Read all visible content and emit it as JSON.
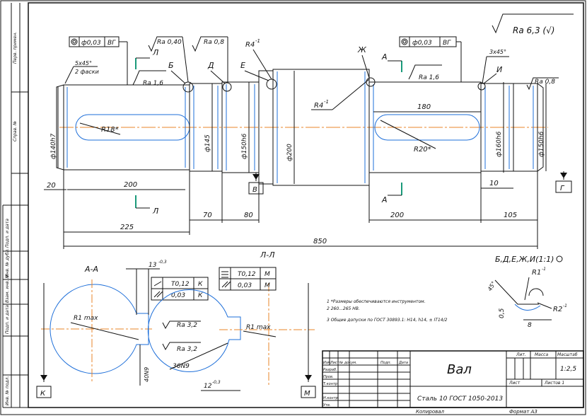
{
  "sidebar": {
    "labels": [
      "Перв. примен.",
      "Справ. №",
      "Подп. и дата",
      "Инв. № дубл.",
      "Взам. инв. №",
      "Подп. и дата",
      "Инв. № подл."
    ]
  },
  "roughness": {
    "overall": "Ra 6,3 (√)",
    "r040": "Ra 0,40",
    "r08a": "Ra 0,8",
    "r16a": "Ra 1,6",
    "r16b": "Ra 1,6",
    "r08b": "Ra 0,8",
    "r32a": "Ra 3,2",
    "r32b": "Ra 3,2"
  },
  "tolerances": {
    "top_left": {
      "val": "ф0,03",
      "base": "ВГ"
    },
    "top_right": {
      "val": "ф0,03",
      "base": "ВГ"
    },
    "section_a": [
      {
        "val": "Т0,12",
        "base": "К"
      },
      {
        "val": "0,03",
        "base": "К"
      }
    ],
    "section_l": [
      {
        "val": "Т0,12",
        "base": "М"
      },
      {
        "val": "0,03",
        "base": "М"
      }
    ]
  },
  "labels": {
    "chamfer_left": "5x45°",
    "chamfer_left2": "2 фаски",
    "chamfer_right": "3x45°",
    "r4_top": "R4",
    "r4_mid": "R4",
    "r18": "R18*",
    "r20": "R20*",
    "letter_l_top": "Л",
    "letter_l_bot": "Л",
    "letter_a_top": "А",
    "letter_a_bot": "А",
    "letter_b": "Б",
    "letter_d": "Д",
    "letter_e": "Е",
    "letter_zh": "Ж",
    "letter_i": "И",
    "base_v": "В",
    "base_g": "Г",
    "base_k": "К",
    "base_m": "М",
    "section_aa": "А-А",
    "section_ll": "Л-Л",
    "r1max_a": "R1 max",
    "r1max_l": "R1 max",
    "detail_title": "Б,Д,Е,Ж,И(1:1)",
    "detail_r1": "R1",
    "detail_r2": "R2",
    "detail_05": "0,5",
    "detail_8": "8",
    "detail_45": "45°"
  },
  "dimensions": {
    "d140": "ф140h7",
    "d145": "ф145",
    "d150a": "ф150h6",
    "d200": "ф200",
    "d160": "ф160h6",
    "d150b": "ф150h6",
    "len20": "20",
    "len200a": "200",
    "len225": "225",
    "len70": "70",
    "len80": "80",
    "len850": "850",
    "len180": "180",
    "len200b": "200",
    "len105": "105",
    "len10": "10",
    "sec_13": "13",
    "sec_40n9": "40N9",
    "sec_36n9": "36N9",
    "sec_12": "12"
  },
  "notes": [
    "1  *Размеры обеспечиваются инструментом.",
    "2  260...265 HB.",
    "3  Общие допуски по ГОСТ 30893.1: H14, h14, ± IT14/2"
  ],
  "title_block": {
    "name": "Вал",
    "material": "Сталь 10 ГОСТ 1050-2013",
    "col_lit": "Лит.",
    "col_mass": "Масса",
    "col_scale": "Масштаб",
    "scale": "1:2,5",
    "sheet": "Лист",
    "sheets": "Листов   1",
    "rows": [
      "Изм.",
      "Лист",
      "№ докум.",
      "Подп.",
      "Дата"
    ],
    "roles": [
      "Разраб.",
      "Пров.",
      "Т.контр.",
      "",
      "Н.контр.",
      "Утв."
    ],
    "copied": "Копировал",
    "format": "Формат   А3"
  }
}
